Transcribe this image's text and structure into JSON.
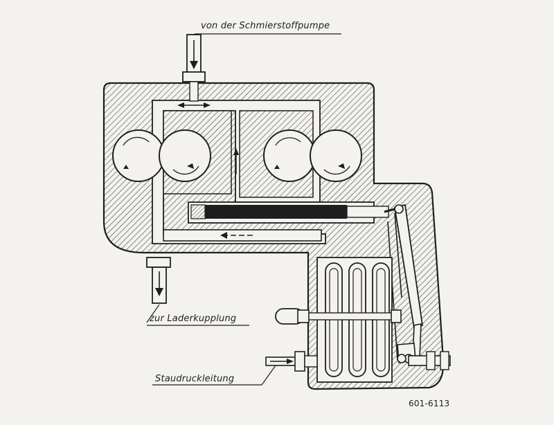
{
  "labels": {
    "pump_inlet": "von der Schmierstoffpumpe",
    "coupling_outlet": "zur Laderkupplung",
    "pressure_line": "Staudruckleitung",
    "figure_number": "601-6113"
  },
  "colors": {
    "ink": "#1e1e1e",
    "paper": "#f3f2ee",
    "hatch": "#3a3a3a"
  }
}
